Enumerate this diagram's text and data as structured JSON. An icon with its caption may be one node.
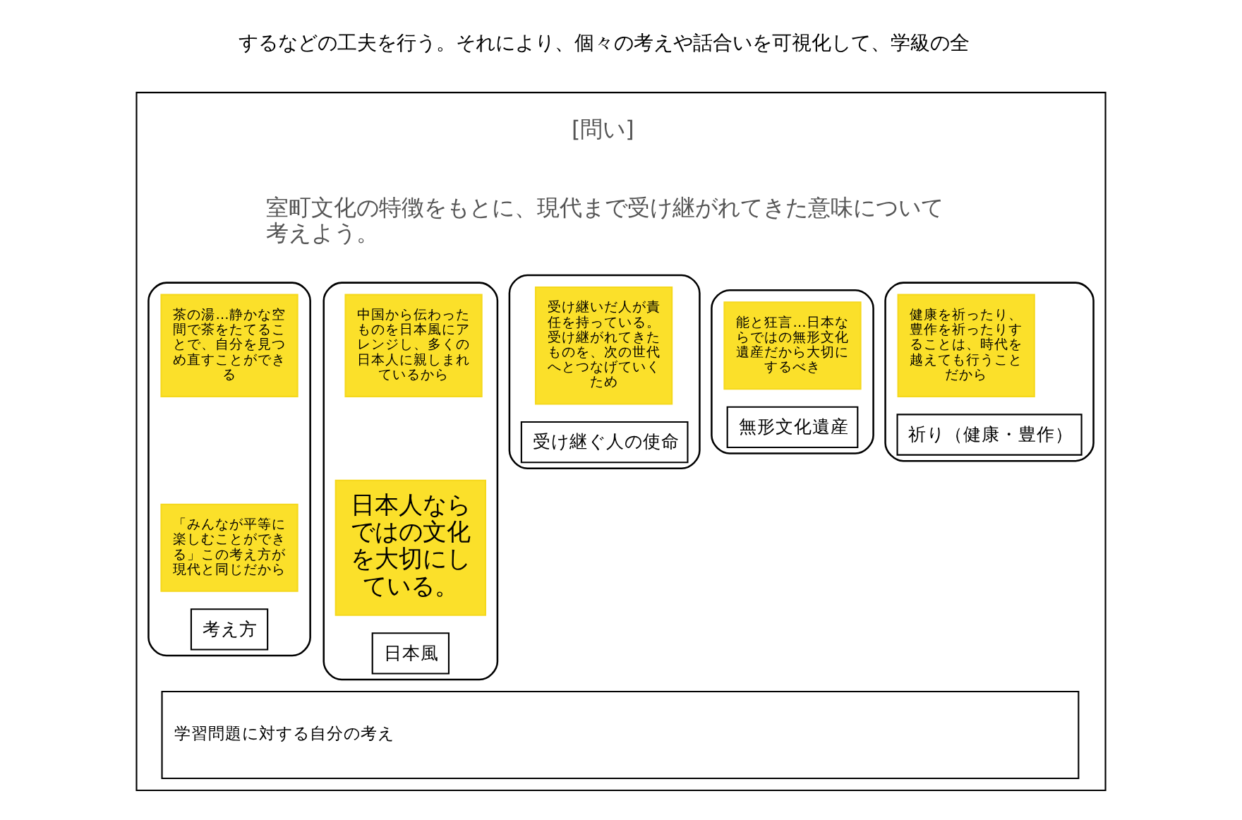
{
  "diagram": {
    "nodes": [
      {
        "text": [],
        "shape": "box"
      },
      {
        "text": [
          "考え方"
        ],
        "in": 0
      },
      {
        "text": [
          "茶の湯…静かな空間で茶をたてることで、自分を見つめ直すことができる"
        ],
        "in": 1
      },
      {
        "text": [
          "「みんなが平等に楽しむことができる」この考え方が現代と同じだから"
        ],
        "in": 1
      },
      {
        "text": [
          "日本風"
        ],
        "in": 0
      },
      {
        "text": [
          "中国から伝わったものを日本風にアレンジし、多くの日本人に親しまれているから"
        ],
        "in": 4
      },
      {
        "text": [
          "日本人ならではの文化を大切にしている。"
        ],
        "in": 4
      },
      {
        "text": [
          "受け継ぐ人の使命"
        ],
        "in": 0
      },
      {
        "text": [
          "受け継いだ人が責任を持っている。受け継がれてきたものを、次の世代へとつなげていくため"
        ],
        "in": 7
      },
      {
        "text": [
          "無形文化遺産"
        ],
        "in": 0
      },
      {
        "text": [
          "能と狂言…日本ならではの無形文化遺産だから大切にするべき"
        ],
        "in": 9
      },
      {
        "text": [
          "祈り（健康・豊作）"
        ],
        "in": 0
      },
      {
        "text": [
          "健康を祈ったり、豊作を祈ったりすることは、時代を越えても行うことだから"
        ],
        "in": 11
      },
      {
        "text": [
          "学習問題に対する自分の考え"
        ],
        "in": 0
      }
    ],
    "labels": [
      "するなどの工夫を行う。それにより、個々の考えや話合いを可視化して、学級の全",
      "[問い]",
      "室町文化の特徴をもとに、現代まで受け継がれてきた意味について考えよう。"
    ]
  }
}
